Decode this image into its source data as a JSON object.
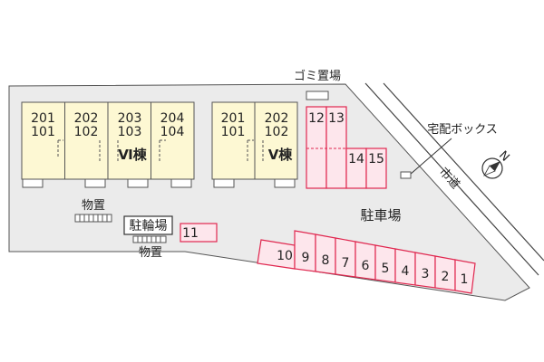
{
  "buildings": {
    "vi": {
      "name": "Ⅵ棟",
      "units": [
        {
          "upper": "201",
          "lower": "101"
        },
        {
          "upper": "202",
          "lower": "102"
        },
        {
          "upper": "203",
          "lower": "103"
        },
        {
          "upper": "204",
          "lower": "104"
        }
      ]
    },
    "v": {
      "name": "Ⅴ棟",
      "units": [
        {
          "upper": "201",
          "lower": "101"
        },
        {
          "upper": "202",
          "lower": "102"
        }
      ]
    }
  },
  "labels": {
    "garbage": "ゴミ置場",
    "delivery_box": "宅配ボックス",
    "city_road": "市道",
    "parking": "駐車場",
    "storage_left": "物置",
    "bicycle": "駐輪場",
    "storage_bottom": "物置",
    "north": "N"
  },
  "parking": {
    "top_group": [
      "12",
      "13",
      "14",
      "15"
    ],
    "single": "11",
    "bottom_row": [
      "10",
      "9",
      "8",
      "7",
      "6",
      "5",
      "4",
      "3",
      "2",
      "1"
    ]
  },
  "colors": {
    "ground": "#ebebeb",
    "building_fill": "#fdf8d3",
    "parking_fill": "#fde6ec",
    "parking_stroke": "#e0274f"
  }
}
